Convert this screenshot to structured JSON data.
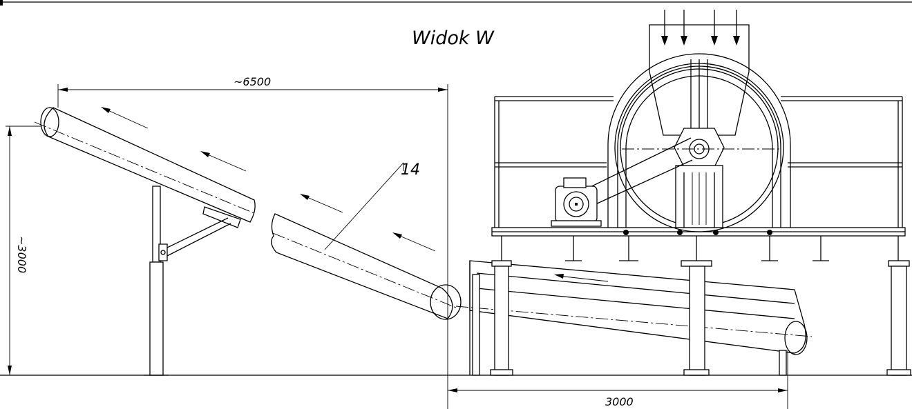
{
  "view_title": "Widok  W",
  "dimensions": {
    "length_top": "~6500",
    "height_left": "~3000",
    "width_bottom": "3000"
  },
  "callout": "14"
}
